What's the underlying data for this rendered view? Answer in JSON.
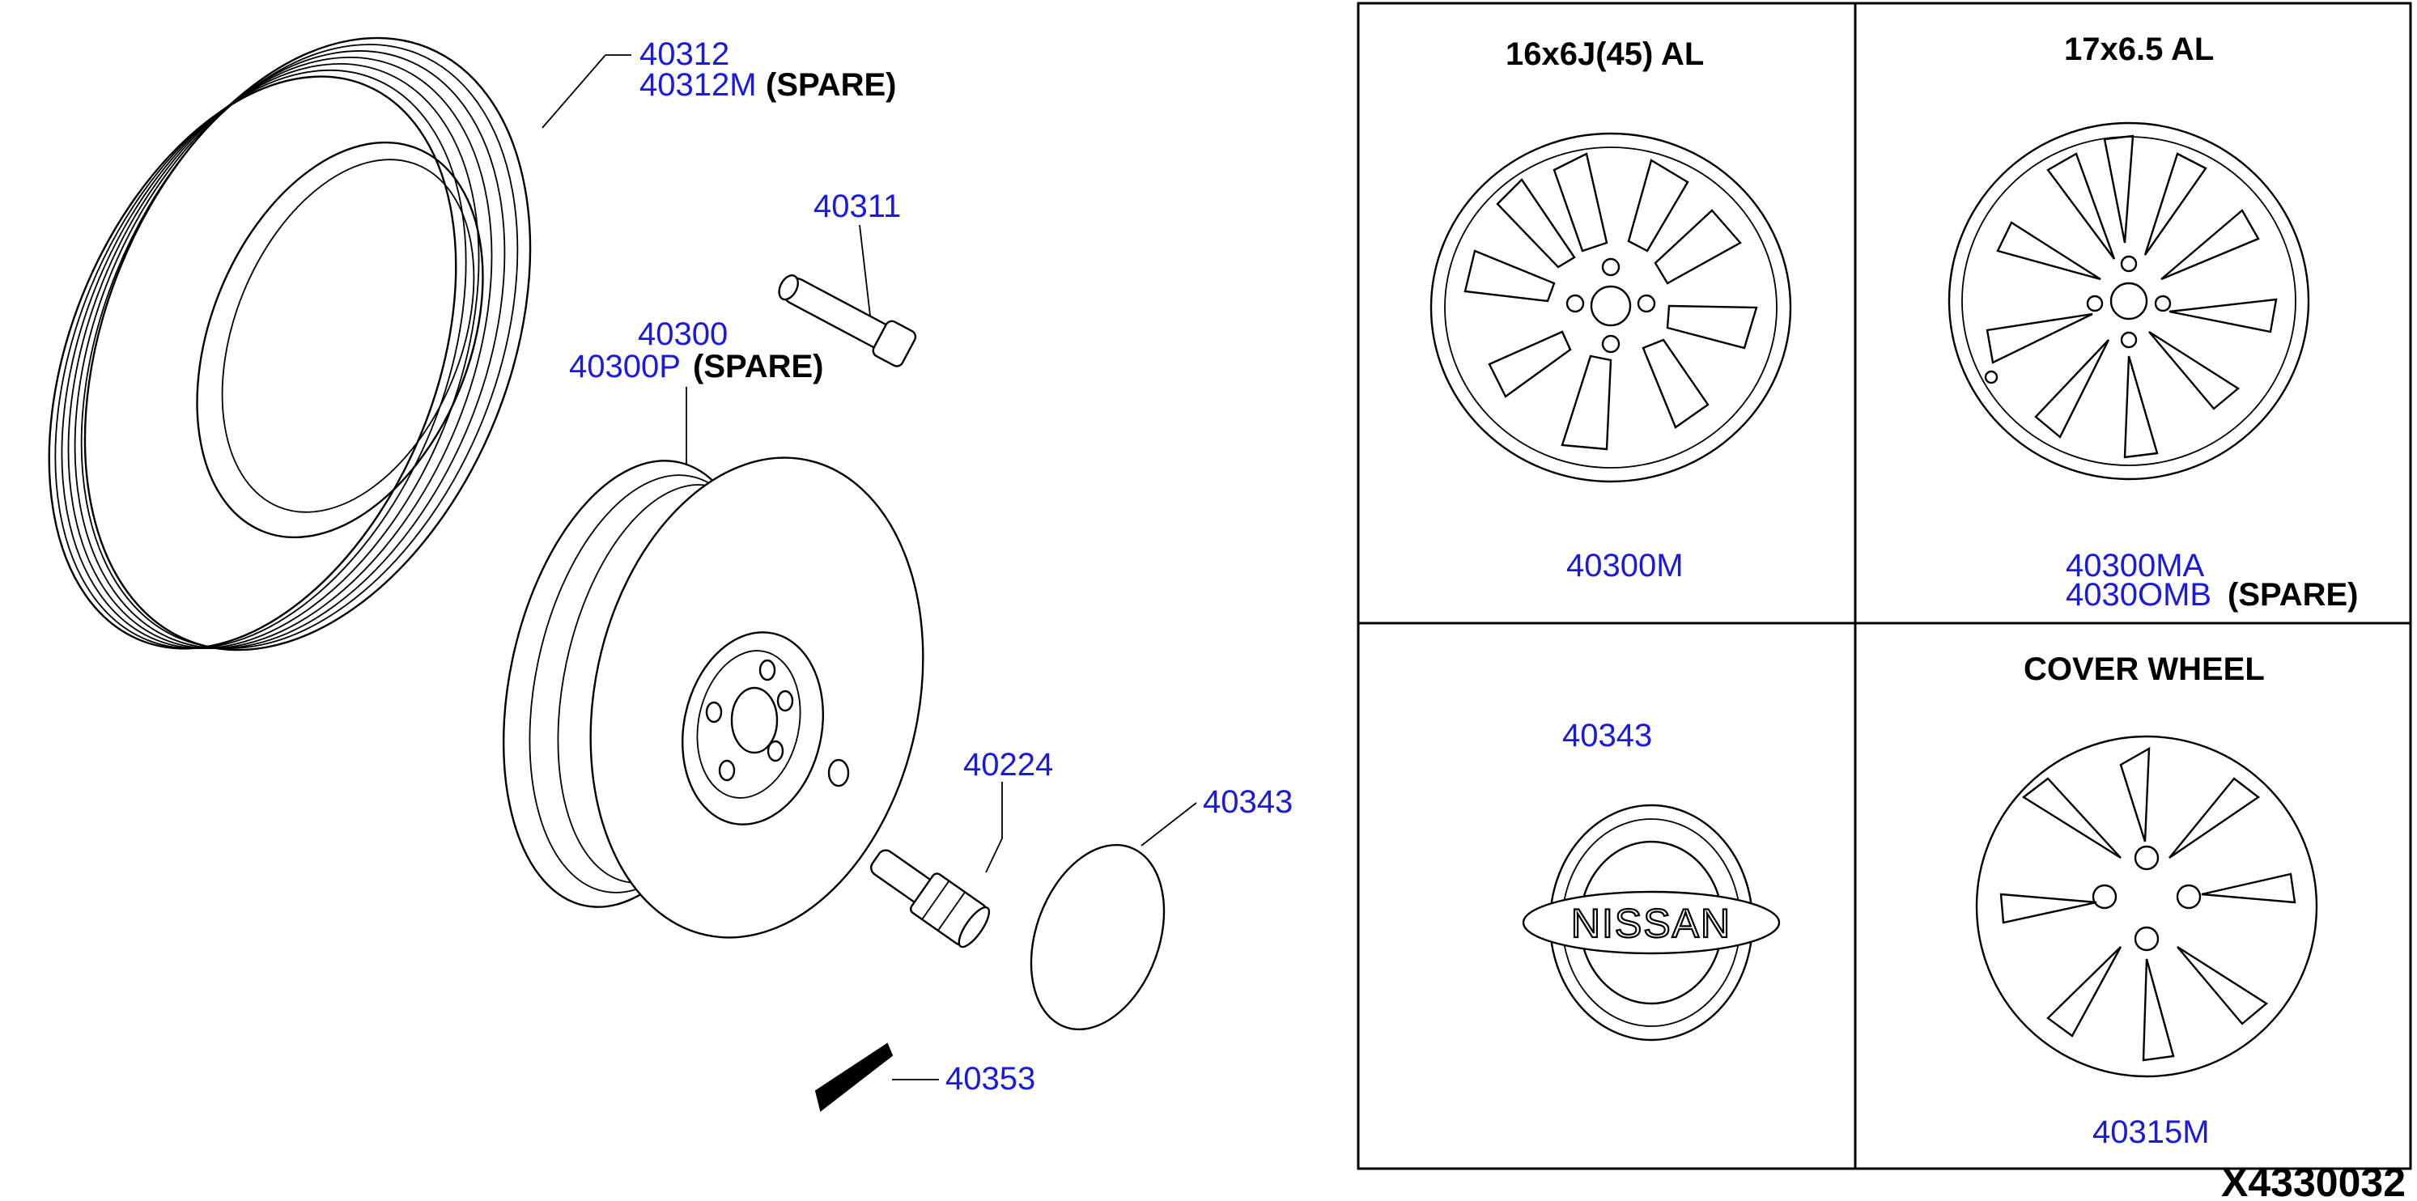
{
  "colors": {
    "part_number": "#1a1adc",
    "text": "#000000",
    "line": "#000000",
    "background": "#ffffff"
  },
  "parts": {
    "tire": {
      "number": "40312",
      "spare_number": "40312M",
      "spare_note": "(SPARE)"
    },
    "valve": {
      "number": "40311"
    },
    "wheel": {
      "number": "40300",
      "spare_number": "40300P",
      "spare_note": "(SPARE)"
    },
    "nut": {
      "number": "40224"
    },
    "cap": {
      "number": "40343"
    },
    "weight": {
      "number": "40353"
    }
  },
  "panels": {
    "alloy16": {
      "title": "16x6J(45) AL",
      "number": "40300M"
    },
    "alloy17": {
      "title": "17x6.5 AL",
      "number": "40300MA",
      "spare_fragment": "4030OMB",
      "spare_note": "(SPARE)"
    },
    "cap": {
      "number": "40343",
      "logo_text": "NISSAN"
    },
    "cover": {
      "title": "COVER WHEEL",
      "number": "40315M"
    }
  },
  "diagram_code": "X4330032"
}
